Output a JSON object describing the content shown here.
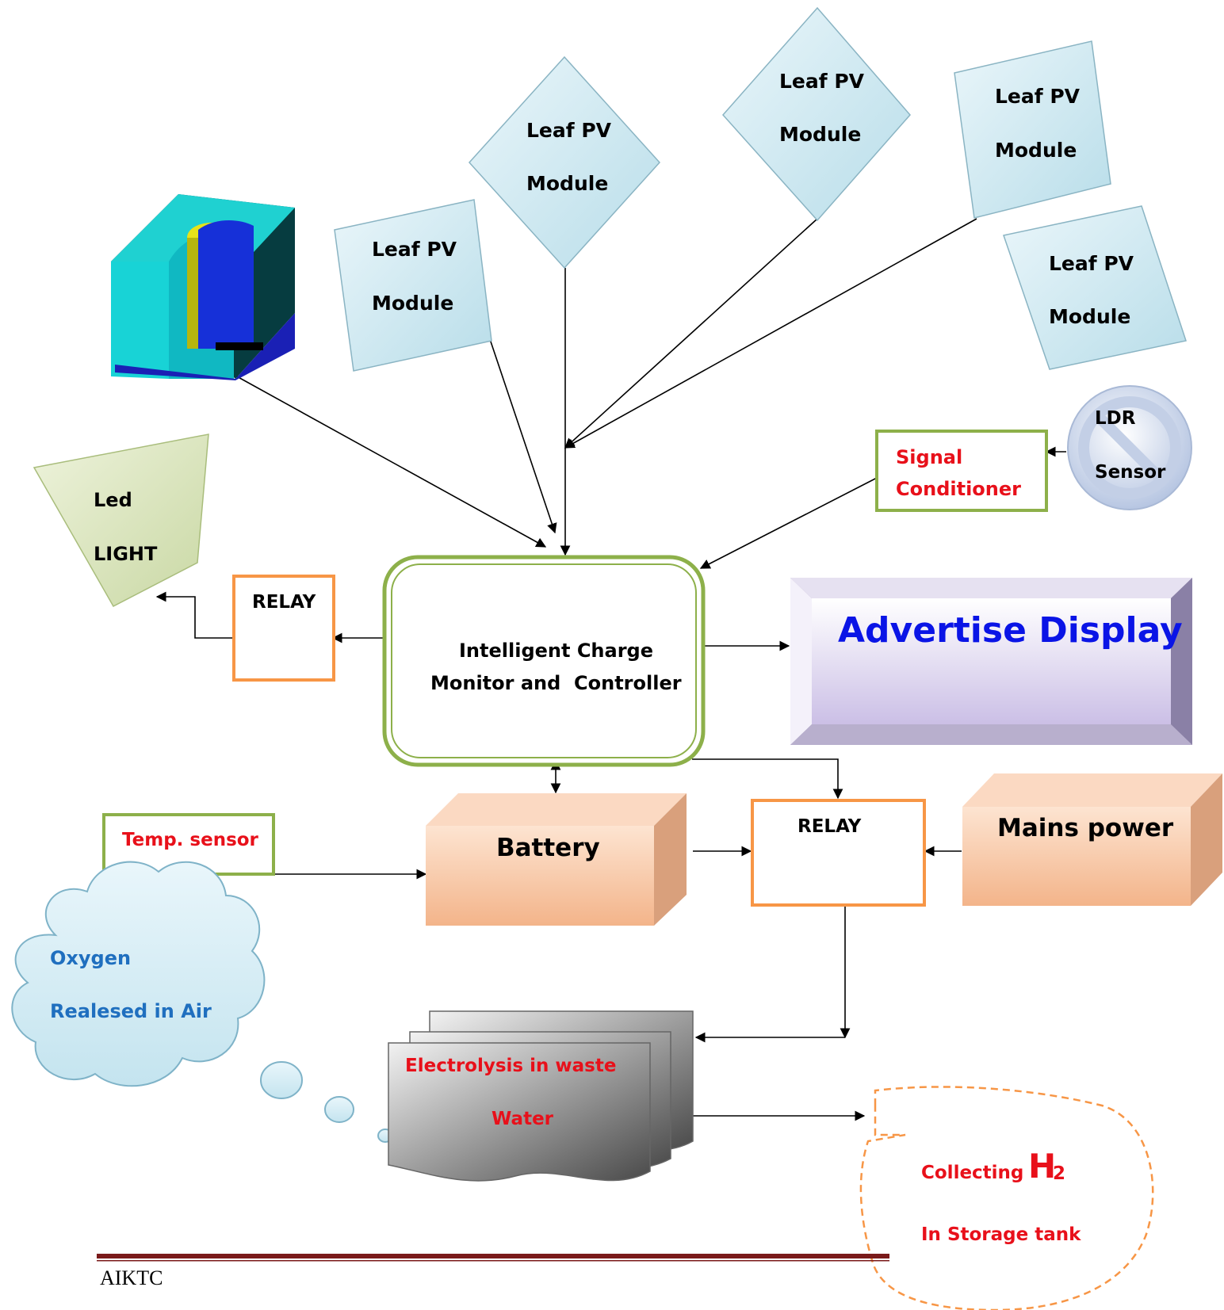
{
  "diagram": {
    "pv_modules": [
      {
        "line1": "Leaf PV",
        "line2": "Module"
      },
      {
        "line1": "Leaf PV",
        "line2": "Module"
      },
      {
        "line1": "Leaf PV",
        "line2": "Module"
      },
      {
        "line1": "Leaf PV",
        "line2": "Module"
      },
      {
        "line1": "Leaf PV",
        "line2": "Module"
      }
    ],
    "ldr": {
      "line1": "LDR",
      "line2": "Sensor"
    },
    "signal_conditioner": {
      "line1": "Signal",
      "line2": "Conditioner"
    },
    "led_light": {
      "line1": "Led",
      "line2": "LIGHT"
    },
    "relay_left": "RELAY",
    "controller": {
      "line1": "Intelligent Charge",
      "line2": "Monitor and  Controller"
    },
    "advertise_display": "Advertise Display",
    "temp_sensor": "Temp. sensor",
    "battery": "Battery",
    "relay_right": "RELAY",
    "mains_power": "Mains power",
    "oxygen": {
      "line1": "Oxygen",
      "line2": "Realesed in Air"
    },
    "electrolysis": {
      "line1": "Electrolysis in waste",
      "line2": "Water"
    },
    "hydrogen": {
      "prefix": "Collecting",
      "symbol": "H",
      "subscript": "2",
      "line2": "In Storage tank"
    }
  },
  "footer": {
    "text": "AIKTC"
  },
  "colors": {
    "pv_fill": "#cfe9f2",
    "green_border": "#8db04a",
    "orange_border": "#f79646",
    "battery_fill": "#f6c7a5",
    "display_fill": "#dcd3ee",
    "display_text": "#0a14e6",
    "red_text": "#e8101a",
    "blue_text": "#1f6fbf",
    "footer_rule": "#7a1a1a"
  }
}
